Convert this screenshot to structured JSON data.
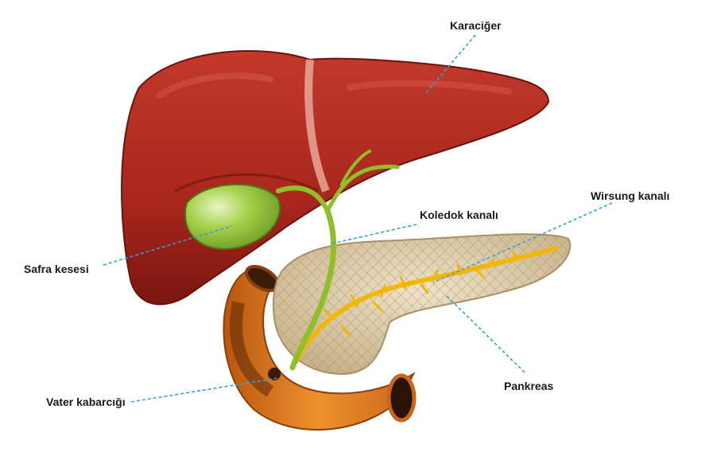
{
  "labels": {
    "liver": "Karaciğer",
    "common_bile_duct": "Koledok kanalı",
    "pancreatic_duct": "Wirsung kanalı",
    "gallbladder": "Safra kesesi",
    "pancreas": "Pankreas",
    "ampulla": "Vater kabarcığı"
  },
  "colors": {
    "liver": "#a8261c",
    "liver_dark": "#7a1610",
    "liver_light": "#c84a3a",
    "gallbladder": "#8fc23a",
    "bile_duct": "#8fbf2a",
    "pancreas": "#d9c8a6",
    "pancreatic_duct": "#f2b705",
    "duodenum": "#e07a1f",
    "leader": "#2fa3d6"
  }
}
